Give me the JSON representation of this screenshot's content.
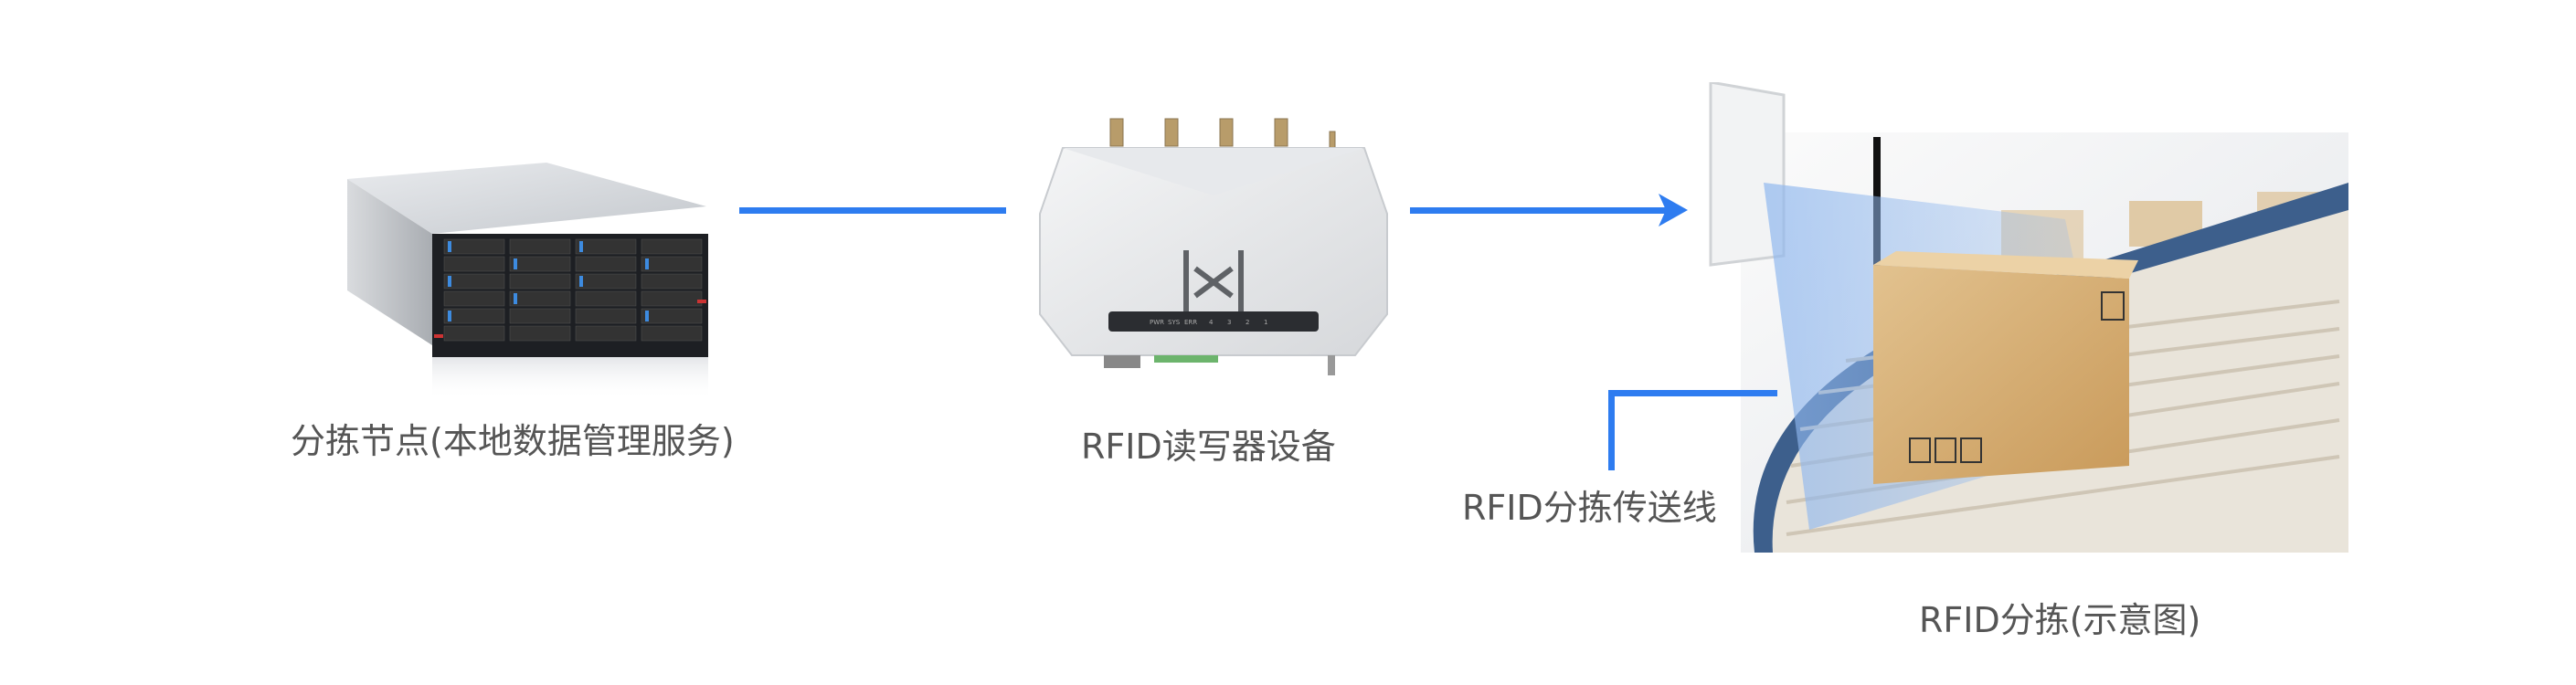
{
  "nodes": {
    "server": {
      "label": "分拣节点(本地数据管理服务)"
    },
    "reader": {
      "label": "RFID读写器设备",
      "panel_text": [
        "PWR",
        "SYS",
        "ERR",
        "4",
        "3",
        "2",
        "1"
      ]
    },
    "conveyor": {
      "label": "RFID分拣传送线"
    },
    "scene": {
      "label": "RFID分拣(示意图)"
    }
  },
  "colors": {
    "connector": "#2e7cf0",
    "label": "#555555"
  }
}
